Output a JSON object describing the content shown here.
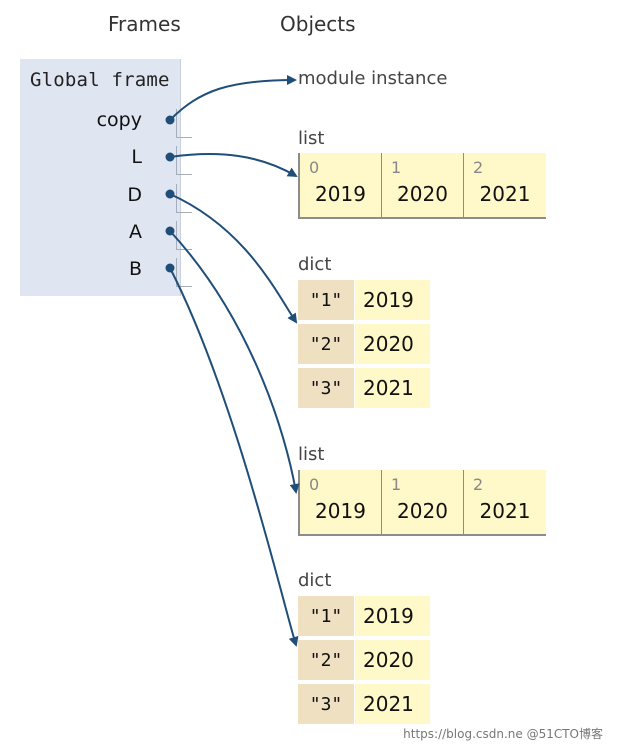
{
  "headers": {
    "frames": "Frames",
    "objects": "Objects"
  },
  "frame": {
    "title": "Global frame",
    "variables": [
      "copy",
      "L",
      "D",
      "A",
      "B"
    ]
  },
  "objects": {
    "module": "module instance",
    "list1": {
      "label": "list",
      "items": [
        {
          "index": "0",
          "value": "2019"
        },
        {
          "index": "1",
          "value": "2020"
        },
        {
          "index": "2",
          "value": "2021"
        }
      ]
    },
    "dict1": {
      "label": "dict",
      "entries": [
        {
          "key": "\"1\"",
          "value": "2019"
        },
        {
          "key": "\"2\"",
          "value": "2020"
        },
        {
          "key": "\"3\"",
          "value": "2021"
        }
      ]
    },
    "list2": {
      "label": "list",
      "items": [
        {
          "index": "0",
          "value": "2019"
        },
        {
          "index": "1",
          "value": "2020"
        },
        {
          "index": "2",
          "value": "2021"
        }
      ]
    },
    "dict2": {
      "label": "dict",
      "entries": [
        {
          "key": "\"1\"",
          "value": "2019"
        },
        {
          "key": "\"2\"",
          "value": "2020"
        },
        {
          "key": "\"3\"",
          "value": "2021"
        }
      ]
    }
  },
  "colors": {
    "arrow": "#1f4e79",
    "frame_bg": "#dfe6f2",
    "object_bg": "#fff8c8",
    "key_bg": "#efe0c2"
  },
  "watermark": "https://blog.csdn.ne @51CTO博客"
}
